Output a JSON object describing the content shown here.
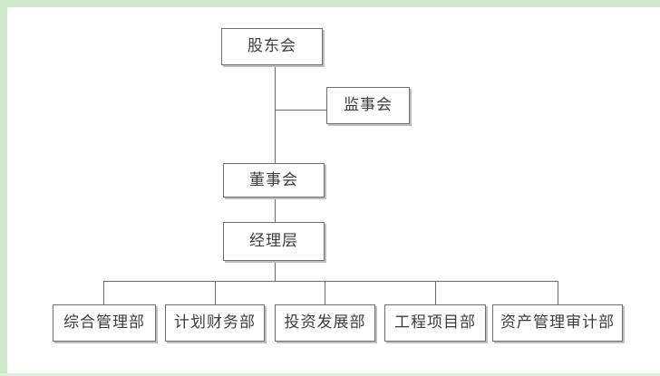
{
  "diagram": {
    "type": "org-chart",
    "title_text": "",
    "frame_color": "#cce8c8",
    "box_border_color": "#6e6e6e",
    "line_color": "#6e6e6e",
    "text_color": "#3b3b3b",
    "background": "#ffffff",
    "levels": [
      {
        "level": 1,
        "nodes": [
          {
            "id": "shareholders",
            "label": "股东会"
          }
        ]
      },
      {
        "level": 2,
        "nodes": [
          {
            "id": "supervisors",
            "label": "监事会"
          }
        ]
      },
      {
        "level": 3,
        "nodes": [
          {
            "id": "directors",
            "label": "董事会"
          }
        ]
      },
      {
        "level": 4,
        "nodes": [
          {
            "id": "management",
            "label": "经理层"
          }
        ]
      },
      {
        "level": 5,
        "nodes": [
          {
            "id": "dept1",
            "label": "综合管理部"
          },
          {
            "id": "dept2",
            "label": "计划财务部"
          },
          {
            "id": "dept3",
            "label": "投资发展部"
          },
          {
            "id": "dept4",
            "label": "工程项目部"
          },
          {
            "id": "dept5",
            "label": "资产管理审计部"
          }
        ]
      }
    ],
    "edges": [
      {
        "from": "shareholders",
        "to": "supervisors"
      },
      {
        "from": "shareholders",
        "to": "directors"
      },
      {
        "from": "directors",
        "to": "management"
      },
      {
        "from": "management",
        "to": "dept1"
      },
      {
        "from": "management",
        "to": "dept2"
      },
      {
        "from": "management",
        "to": "dept3"
      },
      {
        "from": "management",
        "to": "dept4"
      },
      {
        "from": "management",
        "to": "dept5"
      }
    ]
  }
}
